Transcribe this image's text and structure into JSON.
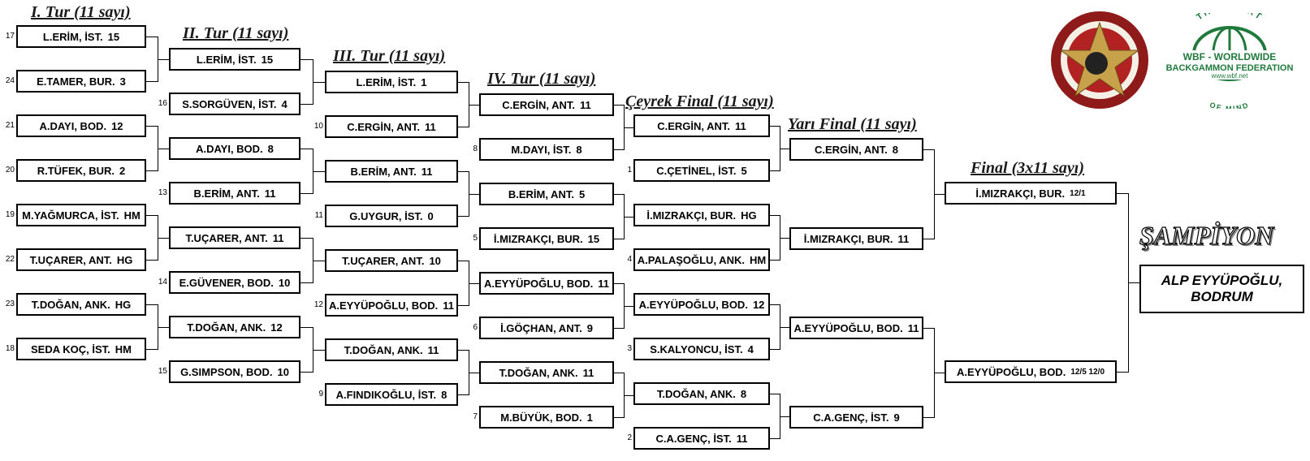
{
  "rounds": [
    {
      "title": "I. Tur (11 sayı)",
      "matches": [
        {
          "seed": "17",
          "name": "L.ERİM, İST.",
          "score": "15"
        },
        {
          "seed": "24",
          "name": "E.TAMER, BUR.",
          "score": "3"
        },
        {
          "seed": "21",
          "name": "A.DAYI, BOD.",
          "score": "12"
        },
        {
          "seed": "20",
          "name": "R.TÜFEK, BUR.",
          "score": "2"
        },
        {
          "seed": "19",
          "name": "M.YAĞMURCA, İST.",
          "score": "HM"
        },
        {
          "seed": "22",
          "name": "T.UÇARER, ANT.",
          "score": "HG"
        },
        {
          "seed": "23",
          "name": "T.DOĞAN, ANK.",
          "score": "HG"
        },
        {
          "seed": "18",
          "name": "SEDA KOÇ, İST.",
          "score": "HM"
        }
      ]
    },
    {
      "title": "II. Tur (11 sayı)",
      "matches": [
        {
          "seed": "",
          "name": "L.ERİM, İST.",
          "score": "15"
        },
        {
          "seed": "16",
          "name": "S.SORGÜVEN, İST.",
          "score": "4"
        },
        {
          "seed": "",
          "name": "A.DAYI, BOD.",
          "score": "8"
        },
        {
          "seed": "13",
          "name": "B.ERİM, ANT.",
          "score": "11"
        },
        {
          "seed": "",
          "name": "T.UÇARER, ANT.",
          "score": "11"
        },
        {
          "seed": "14",
          "name": "E.GÜVENER, BOD.",
          "score": "10"
        },
        {
          "seed": "",
          "name": "T.DOĞAN, ANK.",
          "score": "12"
        },
        {
          "seed": "15",
          "name": "G.SIMPSON, BOD.",
          "score": "10"
        }
      ]
    },
    {
      "title": "III. Tur (11 sayı)",
      "matches": [
        {
          "seed": "",
          "name": "L.ERİM, İST.",
          "score": "1"
        },
        {
          "seed": "10",
          "name": "C.ERGİN, ANT.",
          "score": "11"
        },
        {
          "seed": "",
          "name": "B.ERİM, ANT.",
          "score": "11"
        },
        {
          "seed": "11",
          "name": "G.UYGUR, İST.",
          "score": "0"
        },
        {
          "seed": "",
          "name": "T.UÇARER, ANT.",
          "score": "10"
        },
        {
          "seed": "12",
          "name": "A.EYYÜPOĞLU, BOD.",
          "score": "11"
        },
        {
          "seed": "",
          "name": "T.DOĞAN, ANK.",
          "score": "11"
        },
        {
          "seed": "9",
          "name": "A.FINDIKOĞLU, İST.",
          "score": "8"
        }
      ]
    },
    {
      "title": "IV. Tur (11 sayı)",
      "matches": [
        {
          "seed": "",
          "name": "C.ERGİN, ANT.",
          "score": "11"
        },
        {
          "seed": "8",
          "name": "M.DAYI, İST.",
          "score": "8"
        },
        {
          "seed": "",
          "name": "B.ERİM, ANT.",
          "score": "5"
        },
        {
          "seed": "5",
          "name": "İ.MIZRAKÇI, BUR.",
          "score": "15"
        },
        {
          "seed": "",
          "name": "A.EYYÜPOĞLU, BOD.",
          "score": "11"
        },
        {
          "seed": "6",
          "name": "İ.GÖÇHAN, ANT.",
          "score": "9"
        },
        {
          "seed": "",
          "name": "T.DOĞAN, ANK.",
          "score": "11"
        },
        {
          "seed": "7",
          "name": "M.BÜYÜK, BOD.",
          "score": "1"
        }
      ]
    },
    {
      "title": "Çeyrek Final (11 sayı)",
      "matches": [
        {
          "seed": "",
          "name": "C.ERGİN, ANT.",
          "score": "11"
        },
        {
          "seed": "1",
          "name": "C.ÇETİNEL, İST.",
          "score": "5"
        },
        {
          "seed": "",
          "name": "İ.MIZRAKÇI, BUR.",
          "score": "HG"
        },
        {
          "seed": "4",
          "name": "A.PALAŞOĞLU, ANK.",
          "score": "HM"
        },
        {
          "seed": "",
          "name": "A.EYYÜPOĞLU, BOD.",
          "score": "12"
        },
        {
          "seed": "3",
          "name": "S.KALYONCU, İST.",
          "score": "4"
        },
        {
          "seed": "",
          "name": "T.DOĞAN, ANK.",
          "score": "8"
        },
        {
          "seed": "2",
          "name": "C.A.GENÇ, İST.",
          "score": "11"
        }
      ]
    },
    {
      "title": "Yarı Final (11 sayı)",
      "matches": [
        {
          "seed": "",
          "name": "C.ERGİN, ANT.",
          "score": "8"
        },
        {
          "seed": "",
          "name": "İ.MIZRAKÇI, BUR.",
          "score": "11"
        },
        {
          "seed": "",
          "name": "A.EYYÜPOĞLU, BOD.",
          "score": "11"
        },
        {
          "seed": "",
          "name": "C.A.GENÇ, İST.",
          "score": "9"
        }
      ]
    },
    {
      "title": "Final (3x11 sayı)",
      "matches": [
        {
          "seed": "",
          "name": "İ.MIZRAKÇI, BUR.",
          "score": "12/1"
        },
        {
          "seed": "",
          "name": "A.EYYÜPOĞLU, BOD.",
          "score": "12/5  12/0"
        }
      ]
    }
  ],
  "champion": {
    "title": "ŞAMPİYON",
    "line1": "ALP EYYÜPOĞLU,",
    "line2": "BODRUM"
  },
  "wbf_logo": {
    "top_text": "THE SPORT",
    "line1": "WBF - WORLDWIDE",
    "line2": "BACKGAMMON FEDERATION",
    "url": "www.wbf.net",
    "bottom_text": "OF MIND"
  },
  "colors": {
    "wbf_green": "#1f7a3c",
    "seal_red": "#8e1a1a",
    "star_gold": "#c8a24a"
  }
}
